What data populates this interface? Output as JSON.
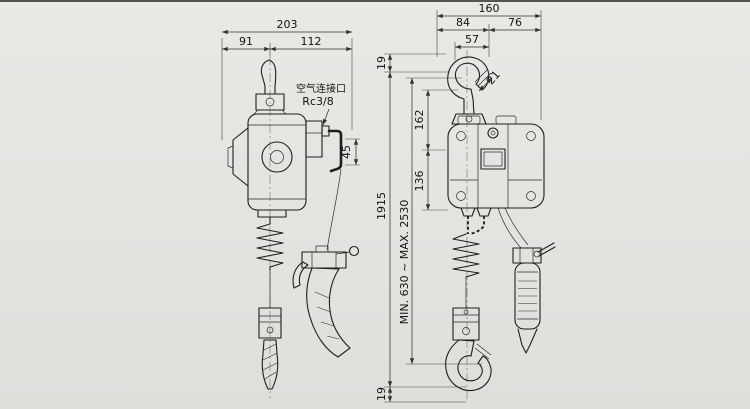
{
  "drawing": {
    "type": "technical-dimension-drawing",
    "subject": "air chain hoist, two orthographic views",
    "background_color": "#e6e5e2",
    "line_color": "#1e1e1e",
    "left_view": {
      "width_total": "203",
      "width_left": "91",
      "width_right": "112",
      "air_port_name": "空气连接口",
      "air_port_thread": "Rc3/8",
      "pipe_offset": "45"
    },
    "center_dims": {
      "top_clearance": "19",
      "overall_height": "1915",
      "hook_travel": "MIN. 630 ~ MAX. 2530",
      "upper_section": "162",
      "lower_section": "136",
      "bottom_clearance": "19"
    },
    "right_view": {
      "width_total": "160",
      "width_left": "84",
      "width_right": "76",
      "hook_center": "57",
      "hook_opening": "21"
    }
  }
}
